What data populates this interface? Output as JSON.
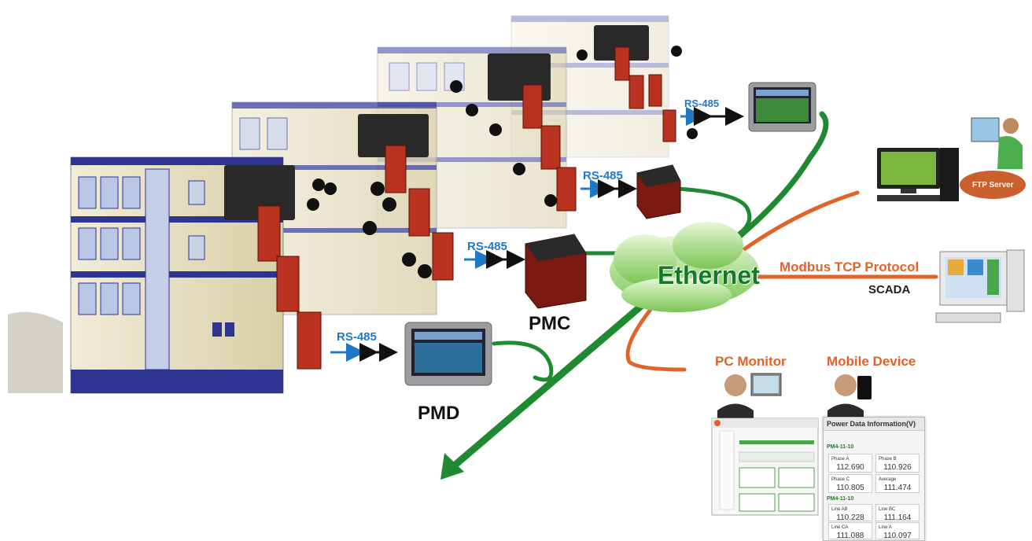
{
  "labels": {
    "rs485_1": "RS-485",
    "rs485_2": "RS-485",
    "rs485_3": "RS-485",
    "rs485_4": "RS-485",
    "pmc": "PMC",
    "pmd": "PMD",
    "ethernet": "Ethernet",
    "modbus": "Modbus TCP Protocol",
    "scada": "SCADA",
    "pc_monitor": "PC Monitor",
    "mobile_device": "Mobile Device",
    "ftp_server": "FTP Server"
  },
  "mobile_panel": {
    "title": "Power Data Information(V)",
    "group1": {
      "label": "PM4-11-10",
      "cells": [
        {
          "label": "Phase A",
          "value": "112.690"
        },
        {
          "label": "Phase B",
          "value": "110.926"
        },
        {
          "label": "Phase C",
          "value": "110.805"
        },
        {
          "label": "Average",
          "value": "111.474"
        }
      ]
    },
    "group2": {
      "label": "PM4-11-10",
      "cells": [
        {
          "label": "Line AB",
          "value": "110.228"
        },
        {
          "label": "Line BC",
          "value": "111.164"
        },
        {
          "label": "Line CA",
          "value": "111.088"
        },
        {
          "label": "Line A",
          "value": "110.097"
        }
      ]
    }
  },
  "colors": {
    "ethernet_green": "#147a2a",
    "link_orange": "#e0642a",
    "rs485_blue": "#1f78c8",
    "device_red": "#b8321f"
  }
}
